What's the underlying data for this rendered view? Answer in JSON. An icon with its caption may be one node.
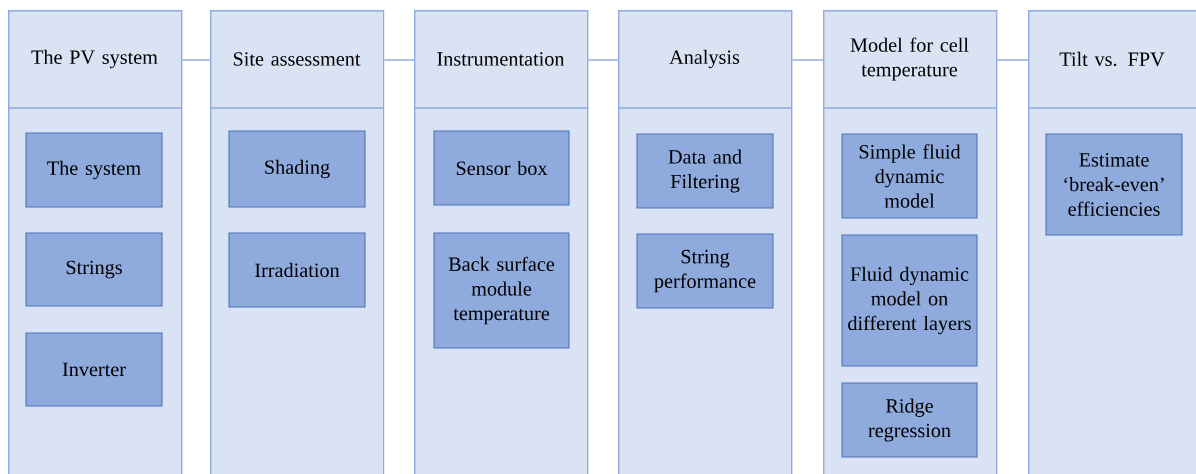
{
  "diagram": {
    "nodes": [
      {
        "text": [
          "The PV system"
        ]
      },
      {
        "text": [
          "The system"
        ],
        "in": 0
      },
      {
        "text": [
          "Strings"
        ],
        "in": 0
      },
      {
        "text": [
          "Inverter"
        ],
        "in": 0
      },
      {
        "text": [
          "Site assessment"
        ]
      },
      {
        "text": [
          "Shading"
        ],
        "in": 4
      },
      {
        "text": [
          "Irradiation"
        ],
        "in": 4
      },
      {
        "text": [
          "Instrumentation"
        ]
      },
      {
        "text": [
          "Sensor box"
        ],
        "in": 7
      },
      {
        "text": [
          "Back surface module temperature"
        ],
        "in": 7
      },
      {
        "text": [
          "Analysis"
        ]
      },
      {
        "text": [
          "Data and Filtering"
        ],
        "in": 10
      },
      {
        "text": [
          "String performance"
        ],
        "in": 10
      },
      {
        "text": [
          "Model for cell temperature"
        ]
      },
      {
        "text": [
          "Simple fluid dynamic model"
        ],
        "in": 13
      },
      {
        "text": [
          "Fluid dynamic model on different layers"
        ],
        "in": 13
      },
      {
        "text": [
          "Ridge regression"
        ],
        "in": 13
      },
      {
        "text": [
          "Tilt vs. FPV"
        ]
      },
      {
        "text": [
          "Estimate ‘break-even’ efficiencies"
        ],
        "in": 17
      }
    ],
    "edges": [
      {
        "from": 0,
        "to": 4,
        "arrow": "none"
      },
      {
        "from": 4,
        "to": 7,
        "arrow": "none"
      },
      {
        "from": 7,
        "to": 10,
        "arrow": "none"
      },
      {
        "from": 10,
        "to": 13,
        "arrow": "none"
      },
      {
        "from": 13,
        "to": 17,
        "arrow": "none"
      }
    ]
  }
}
